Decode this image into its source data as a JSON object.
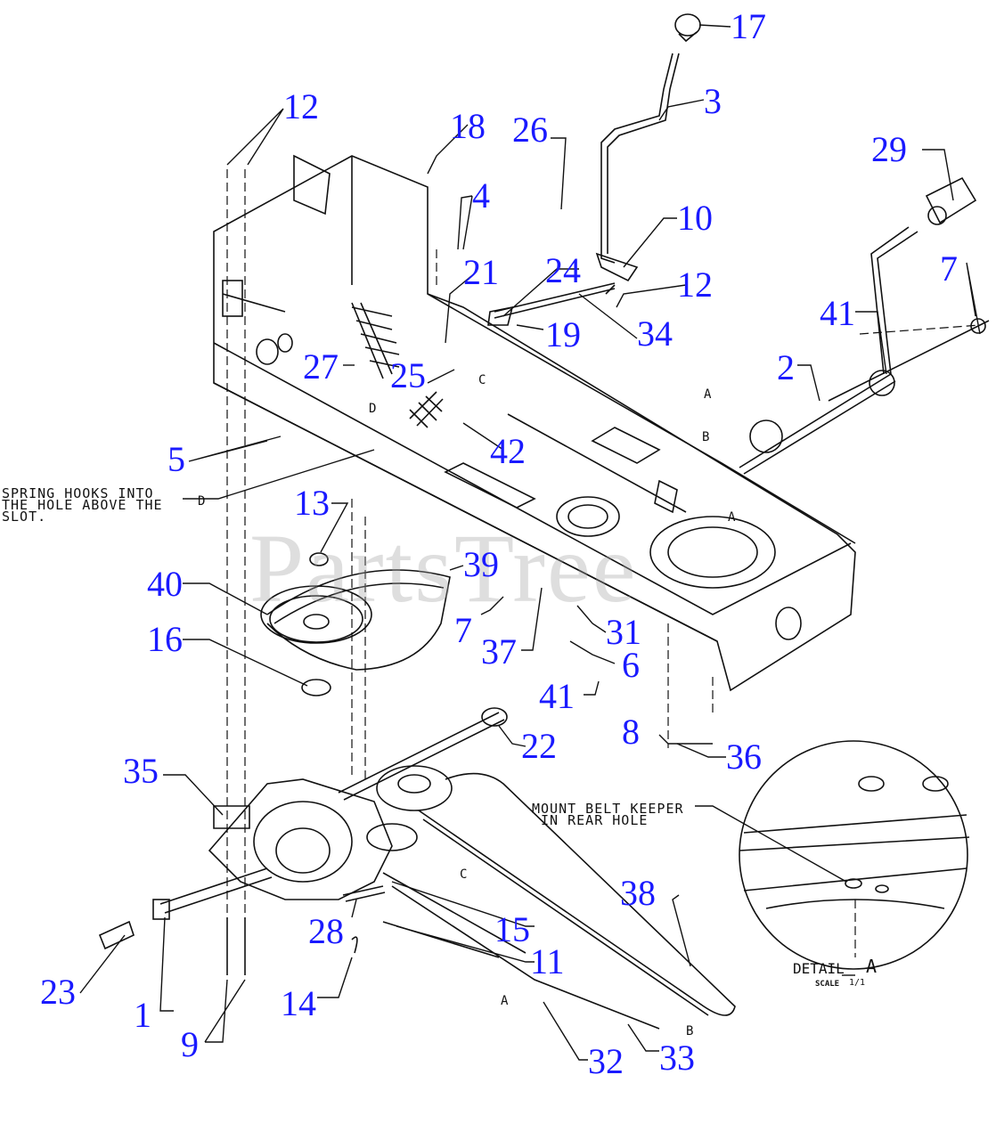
{
  "watermark": "PartsTree",
  "colors": {
    "callout": "#1a1aff",
    "line": "#111111",
    "watermark": "#a0a0a0"
  },
  "callouts": [
    {
      "id": "n12a",
      "label": "12"
    },
    {
      "id": "n18",
      "label": "18"
    },
    {
      "id": "n26",
      "label": "26"
    },
    {
      "id": "n17",
      "label": "17"
    },
    {
      "id": "n3",
      "label": "3"
    },
    {
      "id": "n29",
      "label": "29"
    },
    {
      "id": "n4",
      "label": "4"
    },
    {
      "id": "n10",
      "label": "10"
    },
    {
      "id": "n24",
      "label": "24"
    },
    {
      "id": "n21",
      "label": "21"
    },
    {
      "id": "n12b",
      "label": "12"
    },
    {
      "id": "n7a",
      "label": "7"
    },
    {
      "id": "n41a",
      "label": "41"
    },
    {
      "id": "n34",
      "label": "34"
    },
    {
      "id": "n19",
      "label": "19"
    },
    {
      "id": "n27",
      "label": "27"
    },
    {
      "id": "n25",
      "label": "25"
    },
    {
      "id": "n2",
      "label": "2"
    },
    {
      "id": "n42",
      "label": "42"
    },
    {
      "id": "n5",
      "label": "5"
    },
    {
      "id": "n13",
      "label": "13"
    },
    {
      "id": "n39",
      "label": "39"
    },
    {
      "id": "n40",
      "label": "40"
    },
    {
      "id": "n7b",
      "label": "7"
    },
    {
      "id": "n31",
      "label": "31"
    },
    {
      "id": "n37",
      "label": "37"
    },
    {
      "id": "n16",
      "label": "16"
    },
    {
      "id": "n6",
      "label": "6"
    },
    {
      "id": "n41b",
      "label": "41"
    },
    {
      "id": "n22",
      "label": "22"
    },
    {
      "id": "n8",
      "label": "8"
    },
    {
      "id": "n36",
      "label": "36"
    },
    {
      "id": "n35",
      "label": "35"
    },
    {
      "id": "n38",
      "label": "38"
    },
    {
      "id": "n28",
      "label": "28"
    },
    {
      "id": "n15",
      "label": "15"
    },
    {
      "id": "n11",
      "label": "11"
    },
    {
      "id": "n23",
      "label": "23"
    },
    {
      "id": "n14",
      "label": "14"
    },
    {
      "id": "n1",
      "label": "1"
    },
    {
      "id": "n9",
      "label": "9"
    },
    {
      "id": "n32",
      "label": "32"
    },
    {
      "id": "n33",
      "label": "33"
    }
  ],
  "notes": {
    "spring": "SPRING HOOKS INTO\nTHE HOLE ABOVE THE\nSLOT.",
    "belt_keeper": "MOUNT BELT KEEPER\n IN REAR HOLE",
    "detail": "DETAIL",
    "detail_letter": "A",
    "scale": "SCALE",
    "scale_value": "1/1"
  },
  "ref_letters": {
    "a1": "A",
    "b1": "B",
    "c1": "C",
    "d1": "D",
    "d2": "D",
    "c2": "C",
    "a2": "A",
    "b2": "B",
    "a3": "A"
  }
}
